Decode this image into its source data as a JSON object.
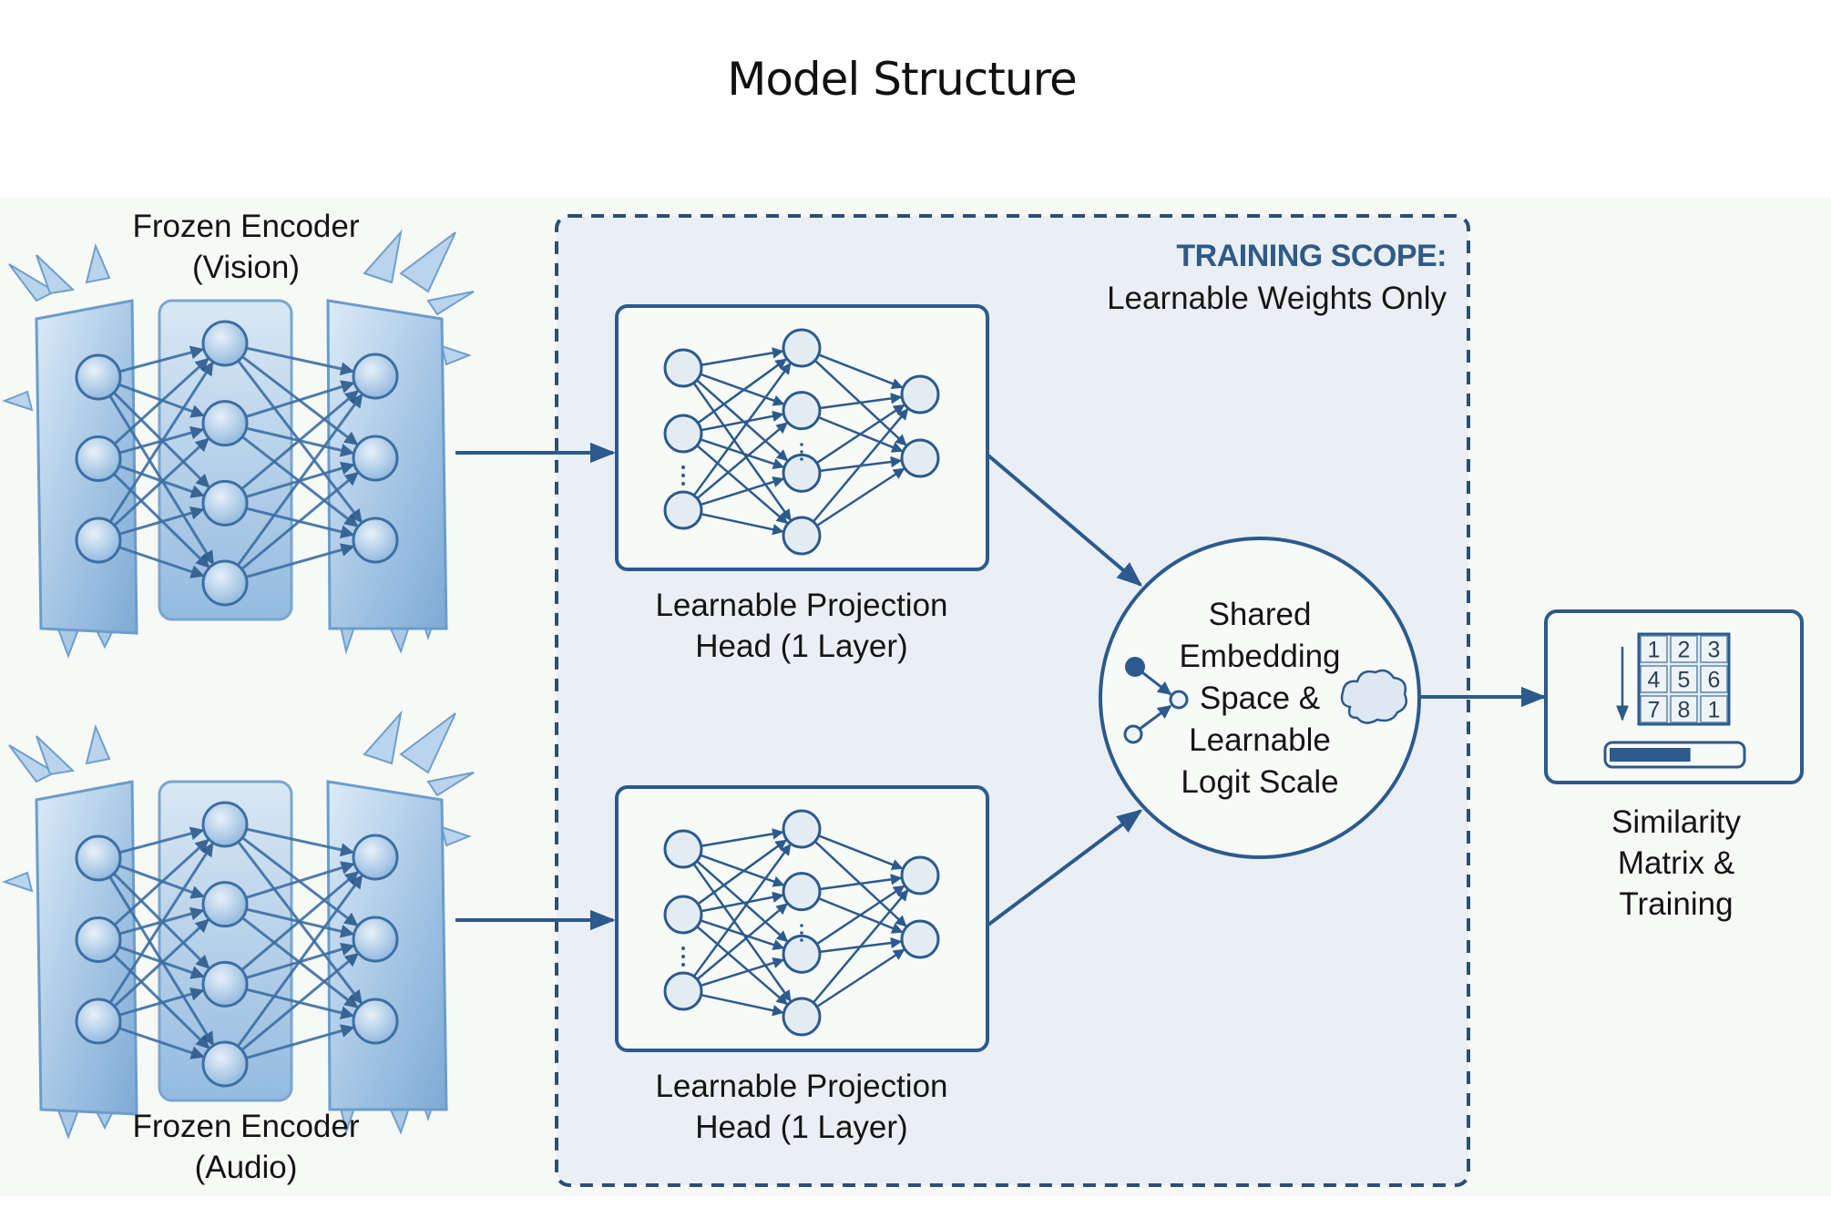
{
  "title": "Model Structure",
  "colors": {
    "stroke": "#2c5a8c",
    "panel_bg": "#f7f9f6",
    "scope_bg": "#e9eff4",
    "ice_light": "#d6e6f3",
    "ice_mid": "#a9c9e6",
    "ice_dark": "#6b9dcb",
    "node_fill": "#e4ecf3",
    "scope_title": "#2f5a88"
  },
  "training_scope": {
    "title": "TRAINING SCOPE:",
    "subtitle": "Learnable Weights Only"
  },
  "encoders": [
    {
      "id": "vision",
      "label_line1": "Frozen Encoder",
      "label_line2": "(Vision)",
      "layers": [
        3,
        4,
        3
      ]
    },
    {
      "id": "audio",
      "label_line1": "Frozen Encoder",
      "label_line2": "(Audio)",
      "layers": [
        3,
        4,
        3
      ]
    }
  ],
  "projection_heads": [
    {
      "id": "vision",
      "label_line1": "Learnable Projection",
      "label_line2": "Head (1 Layer)",
      "layers": [
        3,
        4,
        2
      ]
    },
    {
      "id": "audio",
      "label_line1": "Learnable Projection",
      "label_line2": "Head (1 Layer)",
      "layers": [
        3,
        4,
        2
      ]
    }
  ],
  "shared_space": {
    "lines": [
      "Shared",
      "Embedding",
      "Space &",
      "Learnable",
      "Logit Scale"
    ],
    "icons": [
      "graph-merge-icon",
      "cloud-icon"
    ]
  },
  "similarity": {
    "matrix": [
      [
        "1",
        "2",
        "3"
      ],
      [
        "4",
        "5",
        "6"
      ],
      [
        "7",
        "8",
        "1"
      ]
    ],
    "progress": 0.62,
    "label_lines": [
      "Similarity",
      "Matrix &",
      "Training"
    ]
  }
}
